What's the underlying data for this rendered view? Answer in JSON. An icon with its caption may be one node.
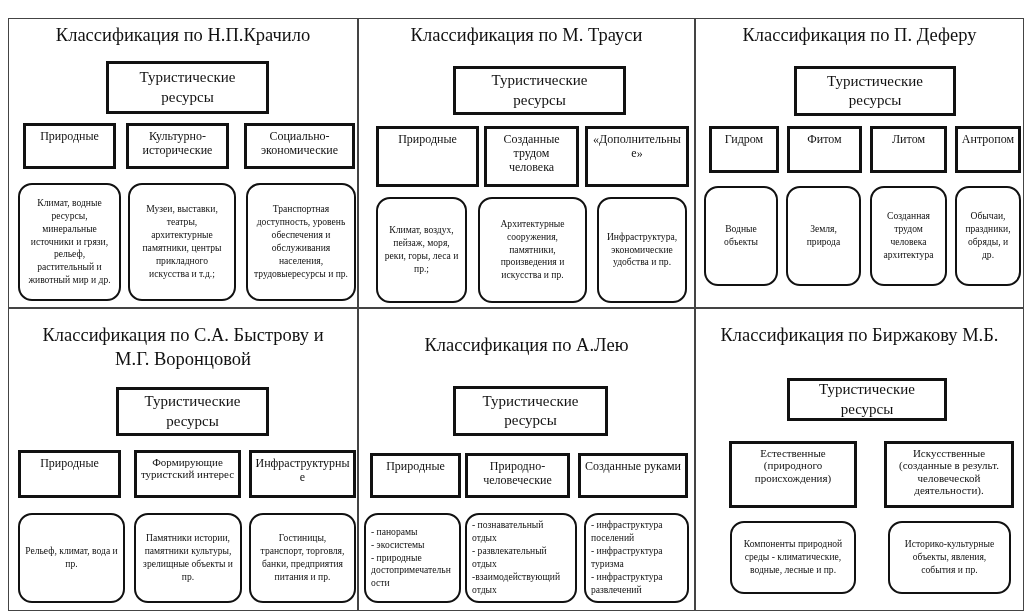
{
  "diagram": {
    "nodes": [
      {
        "text": [
          "Классификация по Н.П.Крачило"
        ]
      },
      {
        "text": [
          "Туристические ресурсы"
        ],
        "in": 0
      },
      {
        "text": [
          "Природные"
        ],
        "in": 0
      },
      {
        "text": [
          "Культурно-исторические"
        ],
        "in": 0
      },
      {
        "text": [
          "Социально-экономические"
        ],
        "in": 0
      },
      {
        "text": [
          "Климат, водные ресурсы, минеральные источники и грязи, рельеф, растительный и животный мир и др."
        ],
        "in": 0
      },
      {
        "text": [
          "Музеи, выставки, театры, архитектурные памятники, центры прикладного искусства и т.д.;"
        ],
        "in": 0
      },
      {
        "text": [
          "Транспортная доступность, уровень обеспечения и обслуживания населения, трудовыересурсы и пр."
        ],
        "in": 0
      },
      {
        "text": [
          "Классификация по М. Трауси"
        ]
      },
      {
        "text": [
          "Туристические ресурсы"
        ],
        "in": 8
      },
      {
        "text": [
          "Природные"
        ],
        "in": 8
      },
      {
        "text": [
          "Созданные трудом человека"
        ],
        "in": 8
      },
      {
        "text": [
          "«Дополнительные»"
        ],
        "in": 8
      },
      {
        "text": [
          "Климат, воздух, пейзаж, моря, реки, горы, леса и пр.;"
        ],
        "in": 8
      },
      {
        "text": [
          "Архитектурные сооружения, памятники, произведения и искусства и пр."
        ],
        "in": 8
      },
      {
        "text": [
          "Инфраструктура, экономические удобства и пр."
        ],
        "in": 8
      },
      {
        "text": [
          "Классификация по П. Деферу"
        ]
      },
      {
        "text": [
          "Туристические ресурсы"
        ],
        "in": 16
      },
      {
        "text": [
          "Гидром"
        ],
        "in": 16
      },
      {
        "text": [
          "Фитом"
        ],
        "in": 16
      },
      {
        "text": [
          "Литом"
        ],
        "in": 16
      },
      {
        "text": [
          "Антропом"
        ],
        "in": 16
      },
      {
        "text": [
          "Водные объекты"
        ],
        "in": 16
      },
      {
        "text": [
          "Земля, природа"
        ],
        "in": 16
      },
      {
        "text": [
          "Созданная трудом человека архитектура"
        ],
        "in": 16
      },
      {
        "text": [
          "Обычаи, праздники, обряды, и др."
        ],
        "in": 16
      },
      {
        "text": [
          "Классификация по С.А. Быстрову и М.Г. Воронцовой"
        ]
      },
      {
        "text": [
          "Туристические ресурсы"
        ],
        "in": 26
      },
      {
        "text": [
          "Природные"
        ],
        "in": 26
      },
      {
        "text": [
          "Формирующие туристский интерес"
        ],
        "in": 26
      },
      {
        "text": [
          "Инфраструктурные"
        ],
        "in": 26
      },
      {
        "text": [
          "Рельеф, климат, вода и пр."
        ],
        "in": 26
      },
      {
        "text": [
          "Памятники истории, памятники культуры, зрелищные объекты и пр."
        ],
        "in": 26
      },
      {
        "text": [
          "Гостиницы, транспорт, торговля, банки, предприятия питания и пр."
        ],
        "in": 26
      },
      {
        "text": [
          "Классификация по А.Лею"
        ]
      },
      {
        "text": [
          "Туристические ресурсы"
        ],
        "in": 34
      },
      {
        "text": [
          "Природные"
        ],
        "in": 34
      },
      {
        "text": [
          "Природно-человеческие"
        ],
        "in": 34
      },
      {
        "text": [
          "Созданные руками"
        ],
        "in": 34
      },
      {
        "text": [
          "- панорамы",
          "- экосистемы",
          "- природные достопримечательности"
        ],
        "in": 34
      },
      {
        "text": [
          "- познавательный отдых",
          "- развлекательный отдых",
          "-взаимодействующий отдых"
        ],
        "in": 34
      },
      {
        "text": [
          "- инфраструктура поселений",
          "- инфраструктура туризма",
          "- инфраструктура развлечений"
        ],
        "in": 34
      },
      {
        "text": [
          "Классификация по Биржакову М.Б."
        ]
      },
      {
        "text": [
          "Туристические ресурсы"
        ],
        "in": 42
      },
      {
        "text": [
          "Естественные (природного происхождения)"
        ],
        "in": 42
      },
      {
        "text": [
          "Искусственные (созданные в результ. человеческой деятельности)."
        ],
        "in": 42
      },
      {
        "text": [
          "Компоненты природной среды - климатические, водные, лесные и пр."
        ],
        "in": 42
      },
      {
        "text": [
          "Историко-культурные объекты, явления, события и пр."
        ],
        "in": 42
      }
    ]
  }
}
